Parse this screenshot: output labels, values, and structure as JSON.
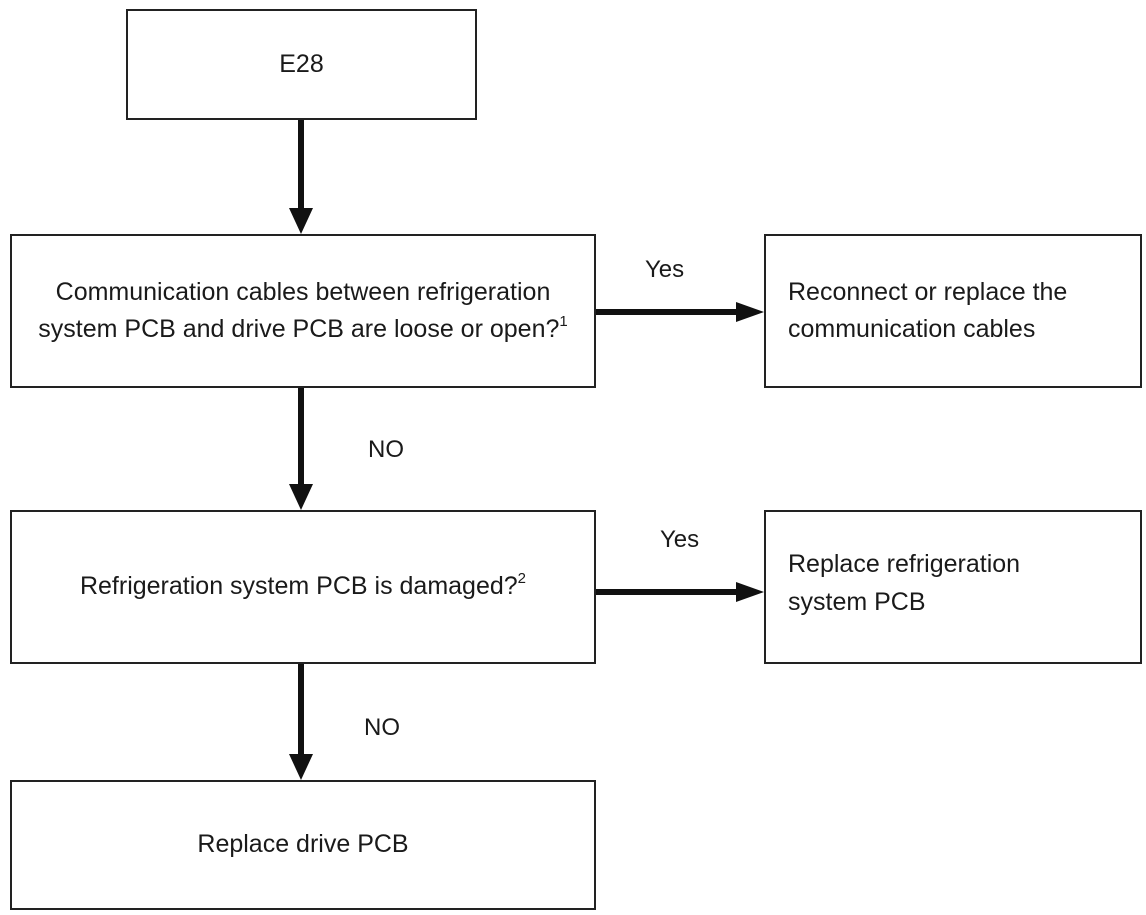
{
  "nodes": {
    "start": {
      "text": "E28"
    },
    "q1": {
      "text": "Communication cables between refrigeration system PCB and drive PCB are loose or open?",
      "note": "1"
    },
    "a1": {
      "text": "Reconnect or replace the communication cables"
    },
    "q2": {
      "text": "Refrigeration system PCB is damaged?",
      "note": "2"
    },
    "a2": {
      "text": "Replace refrigeration system PCB"
    },
    "end": {
      "text": "Replace drive PCB"
    }
  },
  "edges": {
    "q1_yes": "Yes",
    "q1_no": "NO",
    "q2_yes": "Yes",
    "q2_no": "NO"
  }
}
